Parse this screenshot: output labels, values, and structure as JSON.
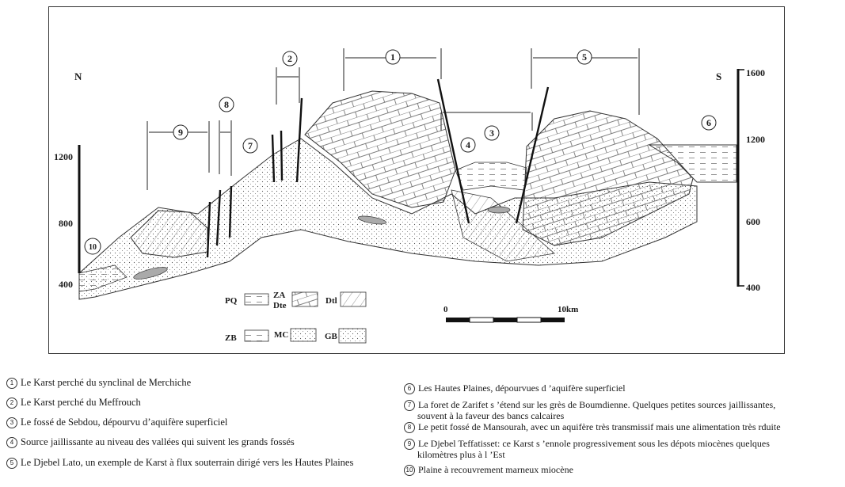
{
  "diagram": {
    "north": "N",
    "south": "S",
    "left_scale": [
      "1200",
      "800",
      "400"
    ],
    "right_scale": [
      "1600",
      "1200",
      "600",
      "400"
    ],
    "zone_markers": [
      "1",
      "2",
      "3",
      "4",
      "5",
      "6",
      "7",
      "8",
      "9",
      "10"
    ],
    "lithology": {
      "pq": "PQ",
      "za": "ZA",
      "dte": "Dte",
      "dtl": "Dtl",
      "zb": "ZB",
      "mc": "MC",
      "gb": "GB"
    },
    "scale_bar": {
      "start": "0",
      "end": "10km"
    }
  },
  "legend": [
    {
      "n": "1",
      "text": "Le Karst perché du synclinal de Merchiche"
    },
    {
      "n": "2",
      "text": "Le Karst perché du Meffrouch"
    },
    {
      "n": "3",
      "text": "Le fossé de Sebdou, dépourvu d’aquifère superficiel"
    },
    {
      "n": "4",
      "text": "Source jaillissante au niveau des vallées qui suivent les grands fossés"
    },
    {
      "n": "5",
      "text": "Le Djebel Lato, un exemple de Karst à flux souterrain dirigé vers les Hautes Plaines"
    },
    {
      "n": "6",
      "text": "Les Hautes Plaines, dépourvues d ’aquifère superficiel"
    },
    {
      "n": "7",
      "text": "La foret de Zarifet s ’étend sur les grès de Boumdienne. Quelques petites sources jaillissantes,"
    },
    {
      "n": "",
      "text": "souvent à la faveur des bancs calcaires"
    },
    {
      "n": "8",
      "text": "Le petit fossé de Mansourah, avec un aquifère très transmissif mais une alimentation très rduite"
    },
    {
      "n": "9",
      "text": "Le Djebel Teffatisset: ce Karst s ’ennole progressivement sous les dépots miocènes quelques"
    },
    {
      "n": "",
      "text": "kilomètres plus à l ’Est"
    },
    {
      "n": "10",
      "text": "Plaine à recouvrement marneux miocène"
    }
  ]
}
